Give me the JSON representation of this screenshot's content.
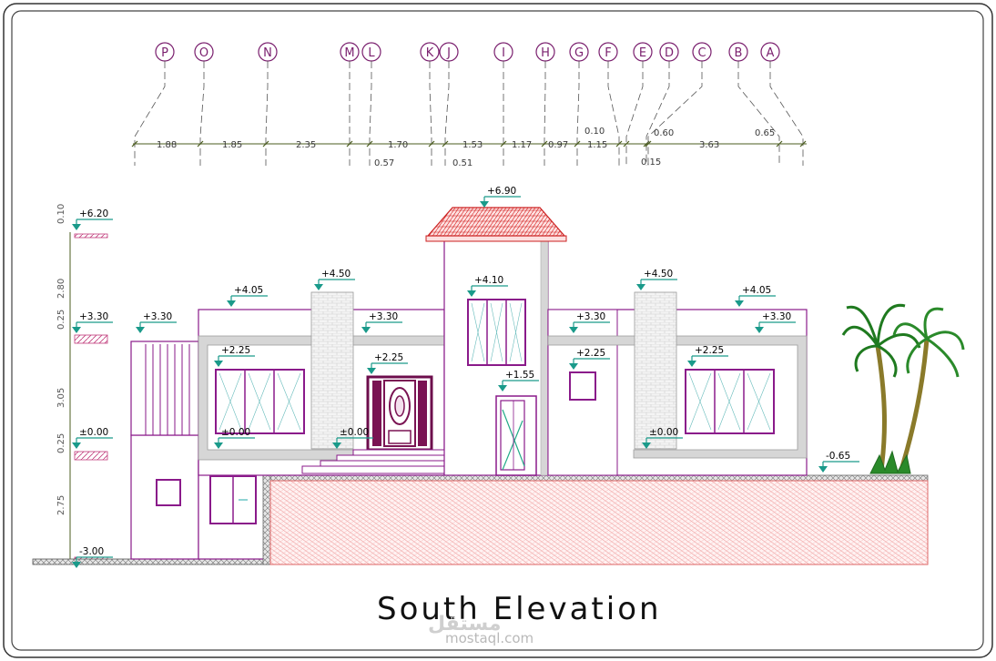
{
  "title": "South Elevation",
  "watermark": {
    "main": "مستقل",
    "site": "mostaql.com"
  },
  "grid_axes": [
    "P",
    "O",
    "N",
    "M",
    "L",
    "K",
    "J",
    "I",
    "H",
    "G",
    "F",
    "E",
    "D",
    "C",
    "B",
    "A"
  ],
  "spacings": [
    "1.88",
    "1.85",
    "2.35",
    "1.70",
    "1.53",
    "1.17",
    "0.97",
    "1.15",
    "3.63"
  ],
  "small_dims": {
    "d057": "0.57",
    "d051": "0.51",
    "d010": "0.10",
    "d060": "0.60",
    "d015": "0.15",
    "d065": "0.65"
  },
  "vertical_dims": [
    "0.10",
    "2.80",
    "0.25",
    "3.05",
    "0.25",
    "2.75"
  ],
  "levels": {
    "top_roof": "+6.90",
    "left_620": "+6.20",
    "left_330": "+3.30",
    "left_000": "±0.00",
    "left_m300": "-3.00",
    "wing_left_330": "+3.30",
    "roof_left_405": "+4.05",
    "chimney_left_450": "+4.50",
    "band_left_330": "+3.30",
    "win_left_225": "+2.25",
    "win_left_000": "±0.00",
    "door_225": "+2.25",
    "door_000": "±0.00",
    "tower_410": "+4.10",
    "tower_155": "+1.55",
    "band_right_330": "+3.30",
    "right_225_small": "+2.25",
    "chimney_right_450": "+4.50",
    "roof_right_405": "+4.05",
    "right_330": "+3.30",
    "win_right_225": "+2.25",
    "win_right_000": "±0.00",
    "ground_m065": "-0.65"
  }
}
